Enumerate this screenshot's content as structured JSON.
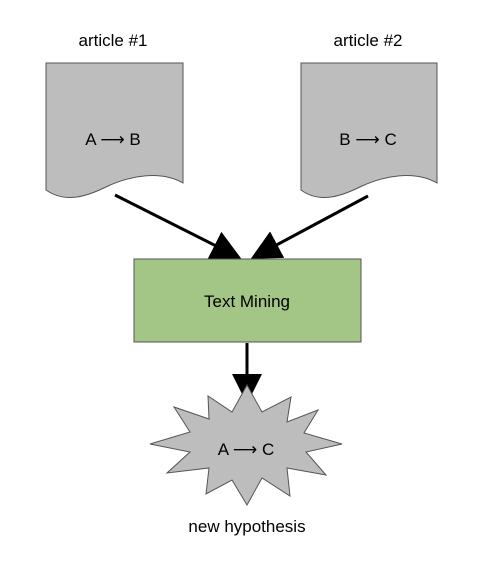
{
  "diagram": {
    "article1": {
      "title": "article #1",
      "content": "A ⟶ B"
    },
    "article2": {
      "title": "article #2",
      "content": "B ⟶ C"
    },
    "process": {
      "label": "Text Mining"
    },
    "result": {
      "content": "A ⟶ C",
      "caption": "new hypothesis"
    }
  },
  "colors": {
    "document_fill": "#bdbdbd",
    "process_fill": "#a3c586",
    "result_fill": "#bdbdbd",
    "stroke": "#000000"
  }
}
